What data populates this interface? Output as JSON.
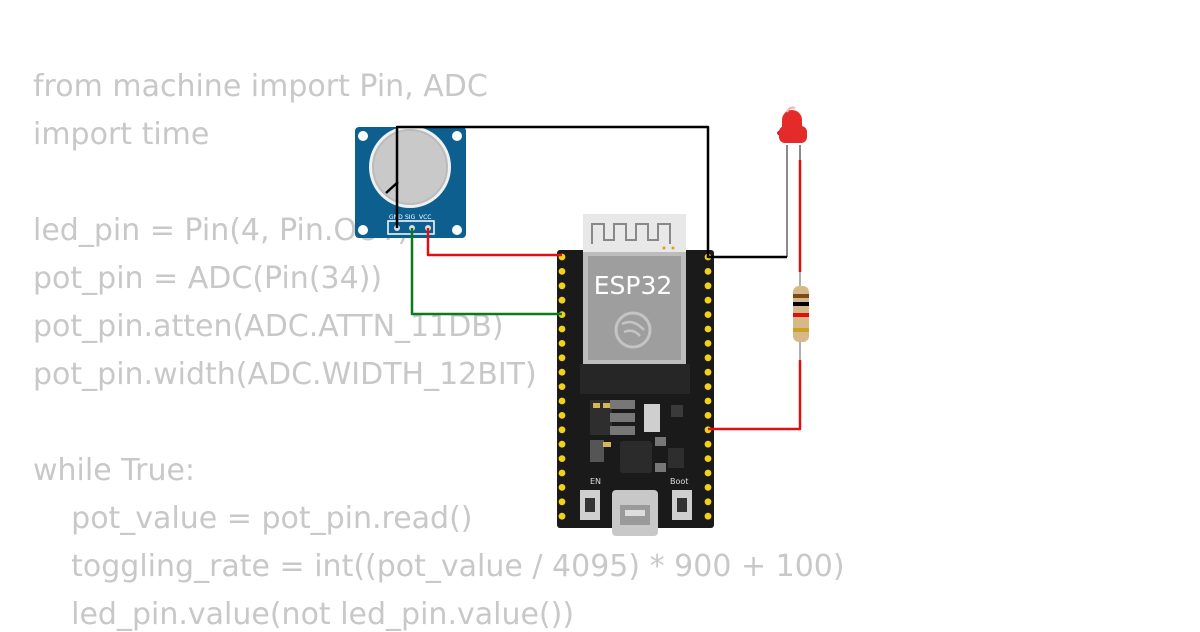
{
  "code": {
    "lines": [
      "from machine import Pin, ADC",
      "import time",
      "",
      "led_pin = Pin(4, Pin.OUT)",
      "pot_pin = ADC(Pin(34))",
      "pot_pin.atten(ADC.ATTN_11DB)",
      "pot_pin.width(ADC.WIDTH_12BIT)",
      "",
      "while True:",
      "    pot_value = pot_pin.read()",
      "    toggling_rate = int((pot_value / 4095) * 900 + 100)",
      "    led_pin.value(not led_pin.value())"
    ]
  },
  "board": {
    "label": "ESP32",
    "en_label": "EN",
    "boot_label": "Boot"
  },
  "potentiometer": {
    "pins": [
      "GND",
      "SIG",
      "VCC"
    ]
  },
  "colors": {
    "code_text": "#c8c8c8",
    "board": "#1a1a1a",
    "pot_board": "#0d5f8f",
    "wire_black": "#000000",
    "wire_red": "#e01010",
    "wire_green": "#0a7a1a",
    "led": "#e52a2a",
    "pin_gold": "#f2d11a"
  }
}
